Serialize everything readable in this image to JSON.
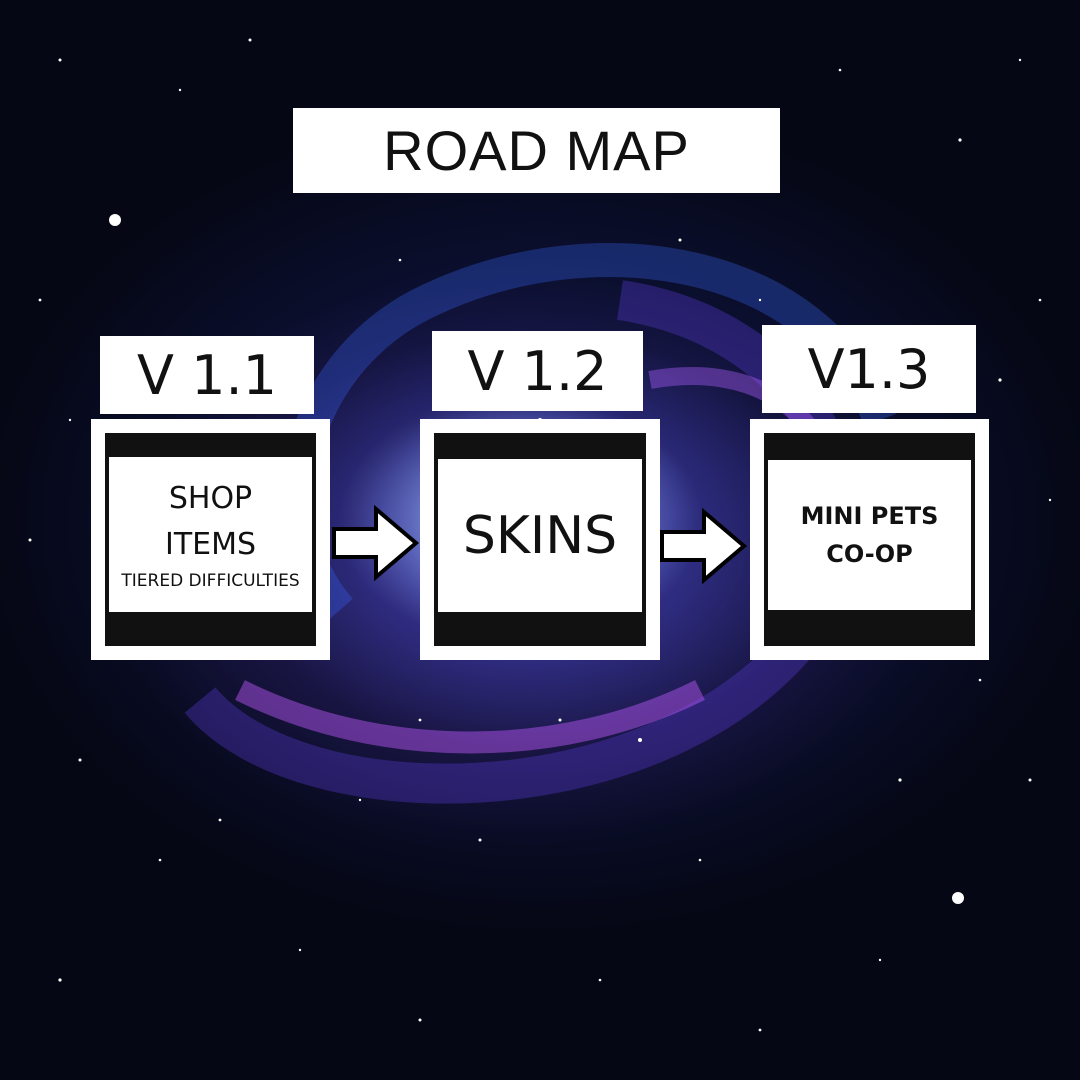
{
  "title": "ROAD MAP",
  "colors": {
    "box": "#ffffff",
    "frame": "#111111",
    "arrow_stroke": "#000000"
  },
  "milestones": [
    {
      "version": "V 1.1",
      "lines": [
        "SHOP",
        "ITEMS",
        "TIERED DIFFICULTIES"
      ]
    },
    {
      "version": "V 1.2",
      "lines": [
        "SKINS"
      ]
    },
    {
      "version": "V1.3",
      "lines": [
        "MINI PETS",
        "CO-OP"
      ]
    }
  ],
  "arrows": [
    "right-arrow-icon",
    "right-arrow-icon"
  ]
}
